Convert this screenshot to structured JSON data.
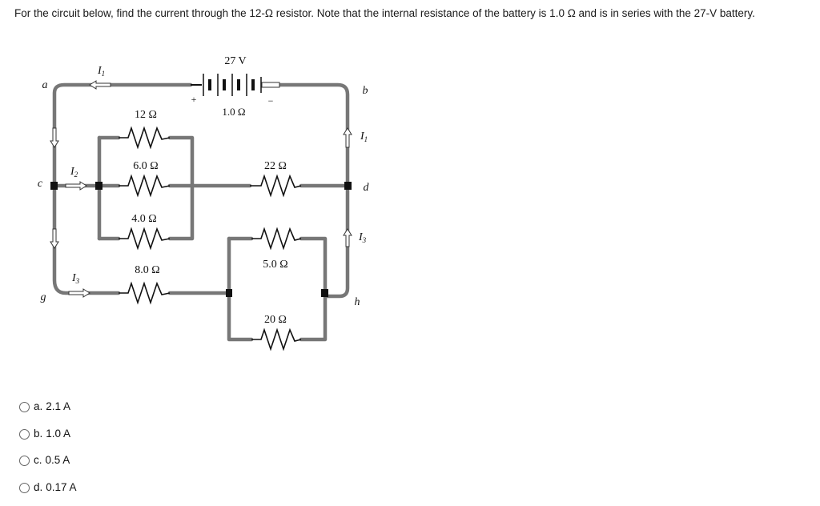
{
  "question": {
    "text": "For the circuit below, find the current through the 12-Ω resistor. Note that the internal resistance of the battery is 1.0 Ω and is in series with the 27-V battery."
  },
  "circuit": {
    "battery": {
      "emf": "27 V",
      "internal_resistance": "1.0 Ω",
      "plus": "+",
      "minus": "−"
    },
    "resistors": {
      "r12": "12 Ω",
      "r6": "6.0 Ω",
      "r4": "4.0 Ω",
      "r8": "8.0 Ω",
      "r22": "22 Ω",
      "r5": "5.0 Ω",
      "r20": "20 Ω"
    },
    "nodes": {
      "a": "a",
      "b": "b",
      "c": "c",
      "d": "d",
      "g": "g",
      "h": "h"
    },
    "currents": {
      "i1_top": {
        "sym": "I",
        "sub": "1"
      },
      "i1_right": {
        "sym": "I",
        "sub": "1"
      },
      "i2": {
        "sym": "I",
        "sub": "2"
      },
      "i3_left": {
        "sym": "I",
        "sub": "3"
      },
      "i3_right": {
        "sym": "I",
        "sub": "3"
      }
    }
  },
  "options": [
    {
      "letter": "a.",
      "text": "2.1 A"
    },
    {
      "letter": "b.",
      "text": "1.0 A"
    },
    {
      "letter": "c.",
      "text": "0.5 A"
    },
    {
      "letter": "d.",
      "text": "0.17 A"
    }
  ]
}
